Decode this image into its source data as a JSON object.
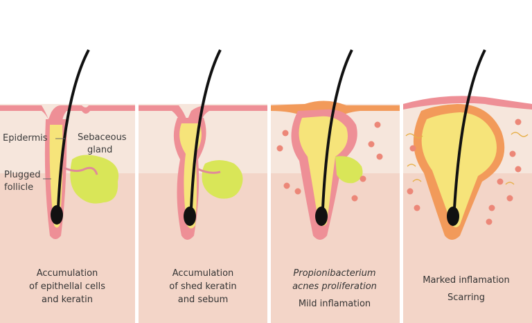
{
  "labels": {
    "epidermis": "Epidermis",
    "sebaceous_1": "Sebaceous",
    "sebaceous_2": "gland",
    "plugged_1": "Plugged",
    "plugged_2": "follicle"
  },
  "stages": [
    {
      "line1": "Accumulation",
      "line2": "of epithellal cells",
      "line3": "and keratin"
    },
    {
      "line1": "Accumulation",
      "line2": "of shed keratin",
      "line3": "and sebum"
    },
    {
      "line1": "Propionibacterium",
      "line2": "acnes proliferation",
      "line3": "Mild inflamation"
    },
    {
      "line1": "Marked inflamation",
      "line2": "Scarring"
    }
  ],
  "colors": {
    "dermis": "#f3d5c8",
    "epidermis": "#f6e6dc",
    "skin_surface": "#ee8f96",
    "plug": "#f6e47a",
    "sebum": "#d9e658",
    "inflammation": "#f29a5a",
    "hair": "#111111",
    "cell_dots": "#ec8778"
  }
}
